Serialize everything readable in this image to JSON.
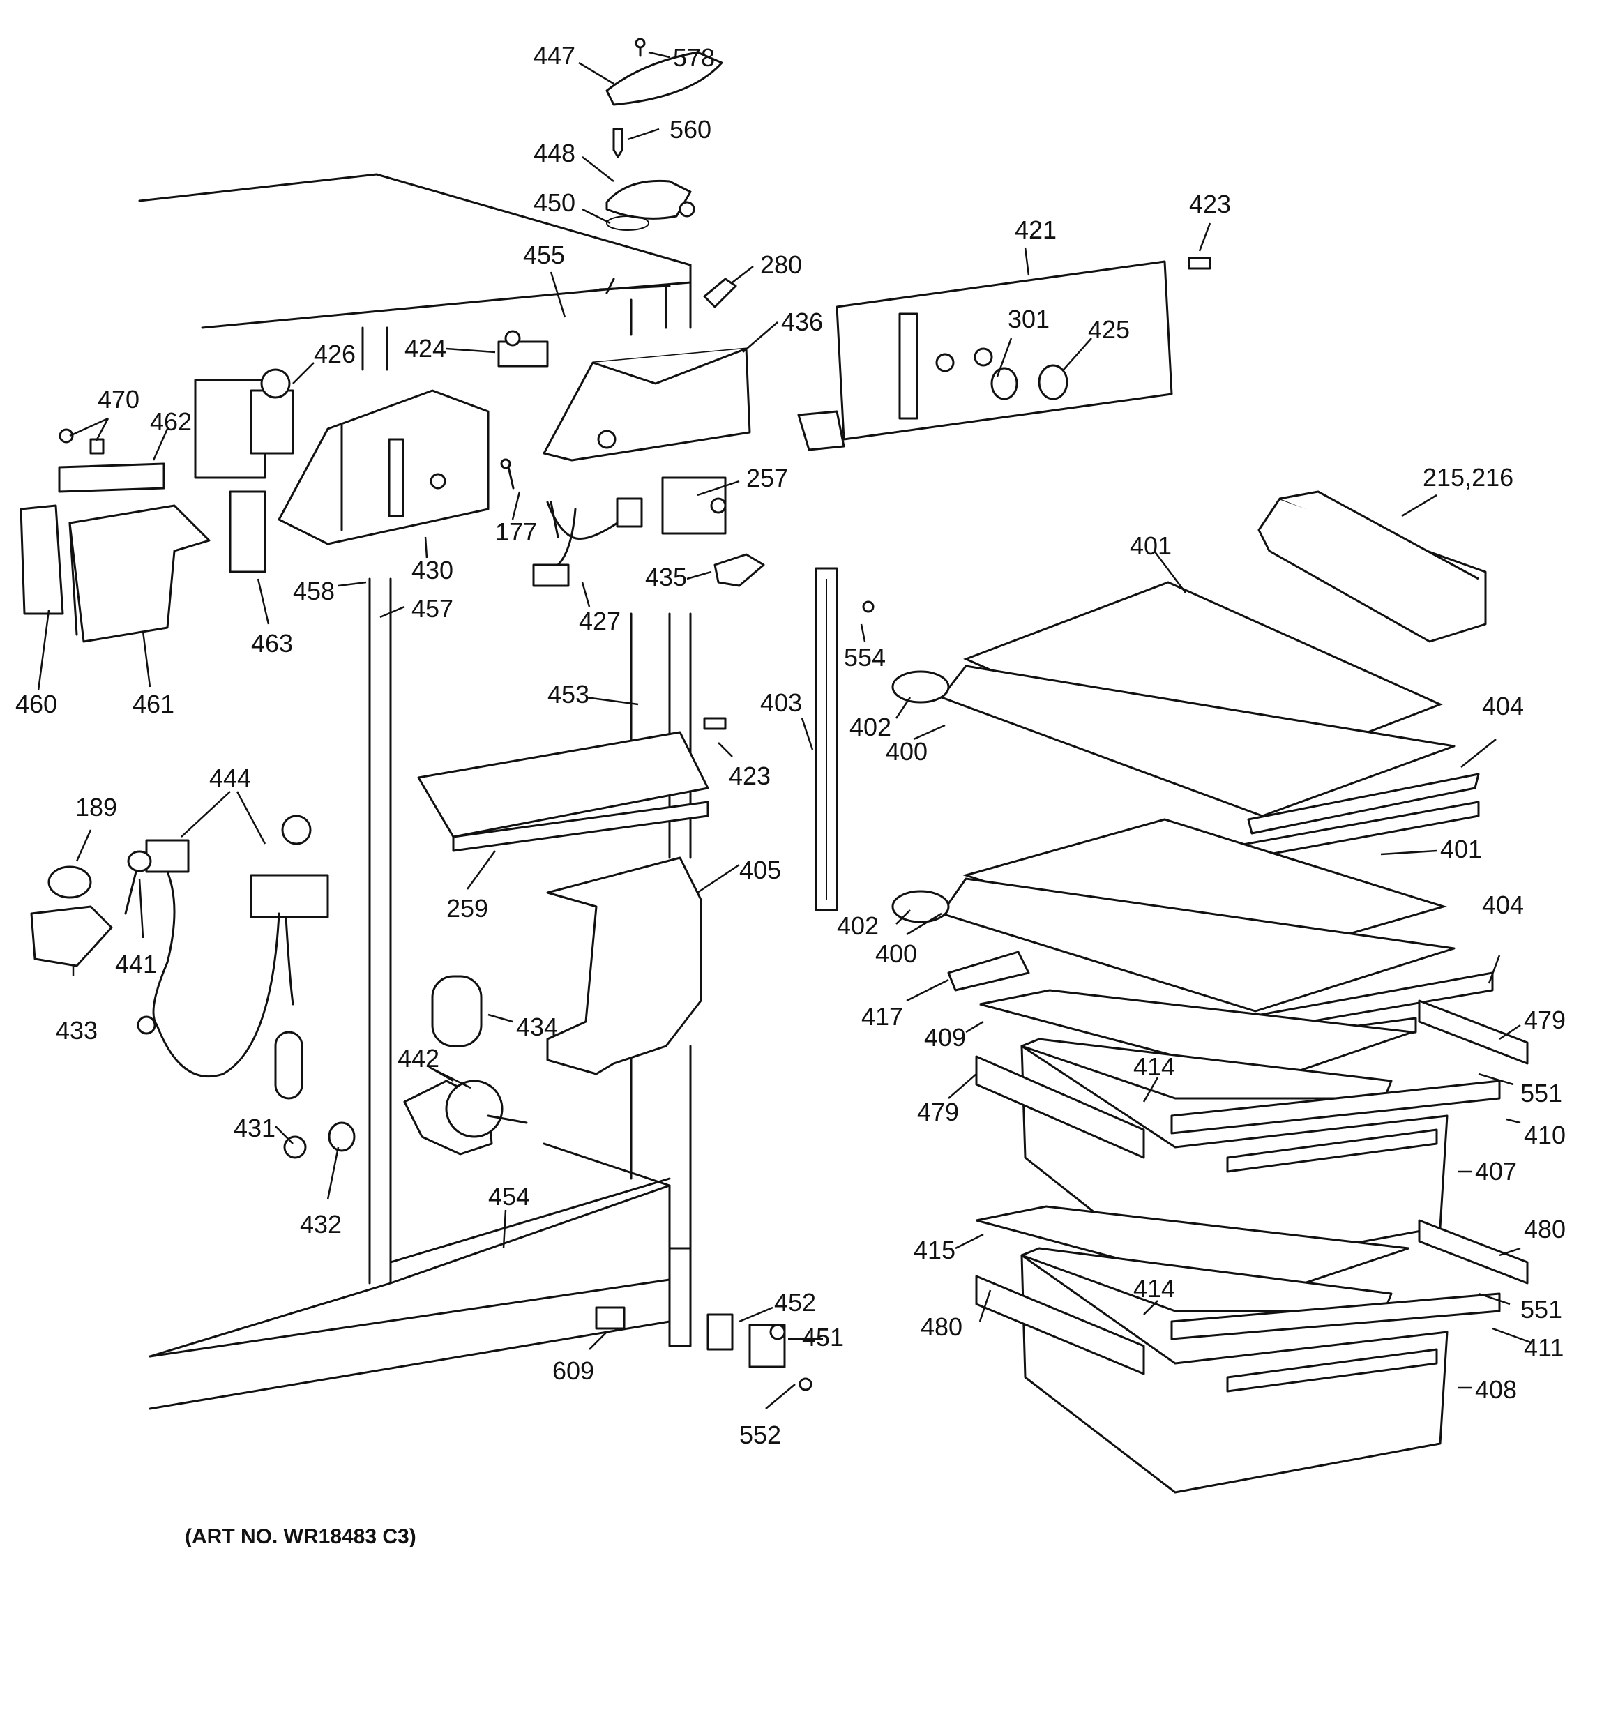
{
  "art_number": "(ART NO. WR18483 C3)",
  "labels": {
    "l447": "447",
    "l578": "578",
    "l560": "560",
    "l448": "448",
    "l450": "450",
    "l455": "455",
    "l280": "280",
    "l436": "436",
    "l424": "424",
    "l426": "426",
    "l470": "470",
    "l462": "462",
    "l177": "177",
    "l430": "430",
    "l458": "458",
    "l457": "457",
    "l463": "463",
    "l460": "460",
    "l461": "461",
    "l427": "427",
    "l257": "257",
    "l435": "435",
    "l421": "421",
    "l423a": "423",
    "l301": "301",
    "l425": "425",
    "l215": "215,216",
    "l401a": "401",
    "l554": "554",
    "l403": "403",
    "l402a": "402",
    "l400a": "400",
    "l404a": "404",
    "l453": "453",
    "l423b": "423",
    "l444": "444",
    "l189": "189",
    "l441": "441",
    "l433": "433",
    "l259": "259",
    "l405": "405",
    "l401b": "401",
    "l402b": "402",
    "l400b": "400",
    "l404b": "404",
    "l417": "417",
    "l409": "409",
    "l479a": "479",
    "l551a": "551",
    "l434": "434",
    "l442": "442",
    "l431": "431",
    "l432": "432",
    "l414a": "414",
    "l479b": "479",
    "l410": "410",
    "l407": "407",
    "l454": "454",
    "l415": "415",
    "l480a": "480",
    "l414b": "414",
    "l551b": "551",
    "l480b": "480",
    "l452": "452",
    "l451": "451",
    "l609": "609",
    "l552": "552",
    "l411": "411",
    "l408": "408"
  }
}
